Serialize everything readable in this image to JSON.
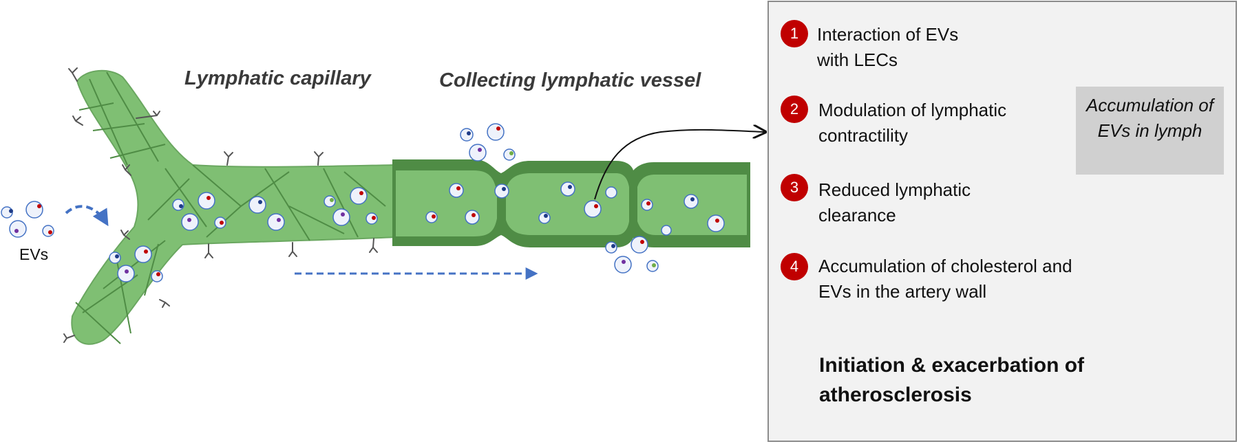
{
  "labels": {
    "capillary": "Lymphatic capillary",
    "collecting": "Collecting lymphatic vessel",
    "evs": "EVs"
  },
  "steps": [
    {
      "num": "1",
      "text": "Interaction of EVs with LECs"
    },
    {
      "num": "2",
      "text": "Modulation of lymphatic contractility"
    },
    {
      "num": "3",
      "text": "Reduced lymphatic clearance"
    },
    {
      "num": "4",
      "text": "Accumulation of cholesterol and EVs in the artery wall"
    }
  ],
  "feedback_box": "Accumulation of EVs in lymph",
  "conclusion": "Initiation & exacerbation of atherosclerosis",
  "colors": {
    "vessel_light": "#7fbf73",
    "vessel_dark": "#4f8c45",
    "badge": "#c00000",
    "flow_arrow": "#4472c4",
    "panel_bg": "#f2f2f2",
    "feedback_bg": "#d0d0d0"
  }
}
